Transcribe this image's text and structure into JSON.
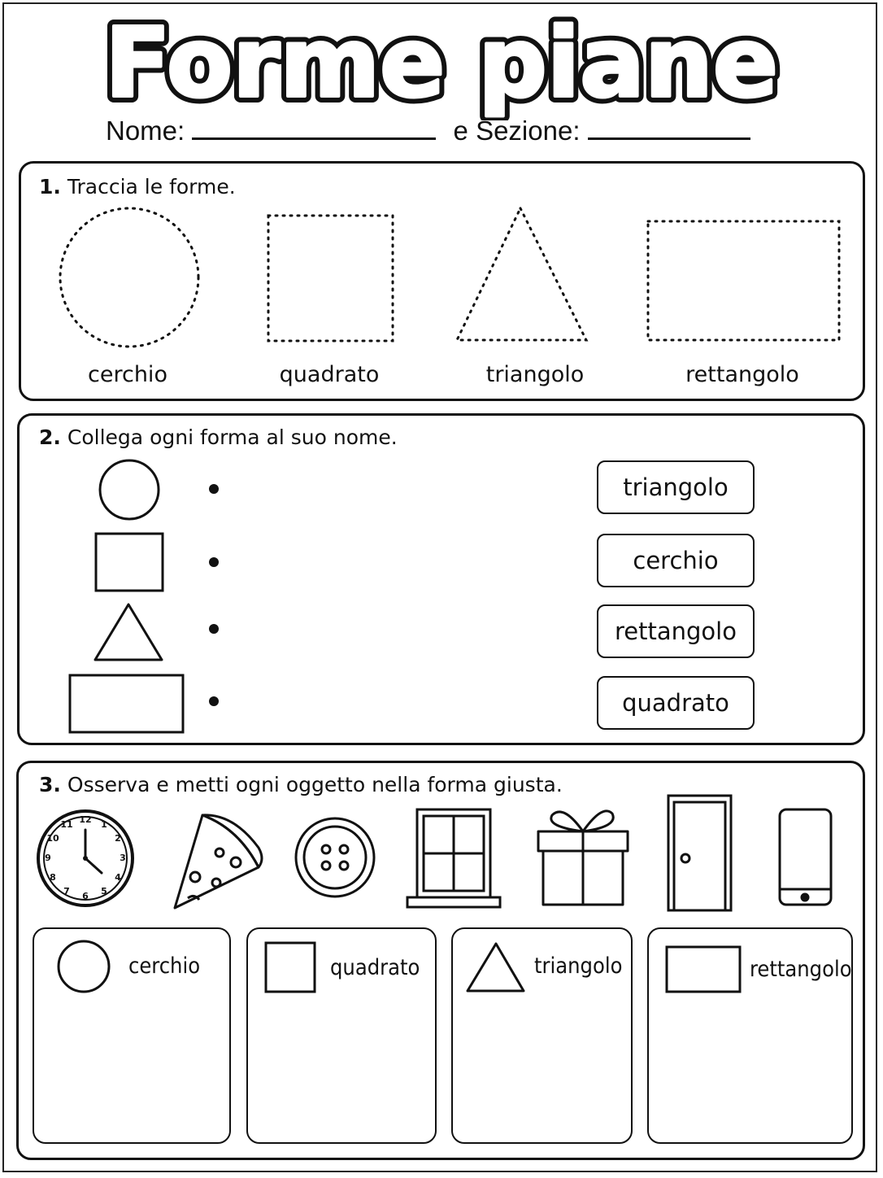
{
  "title": "Forme piane",
  "fields": {
    "nome_label": "Nome:",
    "sezione_label": "e Sezione:"
  },
  "section1": {
    "number": "1.",
    "instruction": "Traccia le forme.",
    "shapes": [
      {
        "shape": "circle",
        "label": "cerchio"
      },
      {
        "shape": "square",
        "label": "quadrato"
      },
      {
        "shape": "triangle",
        "label": "triangolo"
      },
      {
        "shape": "rectangle",
        "label": "rettangolo"
      }
    ]
  },
  "section2": {
    "number": "2.",
    "instruction": "Collega ogni forma al suo nome.",
    "shapes": [
      "circle",
      "square",
      "triangle",
      "rectangle"
    ],
    "names": [
      "triangolo",
      "cerchio",
      "rettangolo",
      "quadrato"
    ]
  },
  "section3": {
    "number": "3.",
    "instruction": "Osserva e metti ogni oggetto nella forma giusta.",
    "objects": [
      "clock-icon",
      "pizza-slice-icon",
      "button-icon",
      "window-icon",
      "gift-icon",
      "door-icon",
      "phone-icon"
    ],
    "clock_numbers": [
      "12",
      "1",
      "2",
      "3",
      "4",
      "5",
      "6",
      "7",
      "8",
      "9",
      "10",
      "11"
    ],
    "categories": [
      {
        "shape": "circle",
        "label": "cerchio"
      },
      {
        "shape": "square",
        "label": "quadrato"
      },
      {
        "shape": "triangle",
        "label": "triangolo"
      },
      {
        "shape": "rectangle",
        "label": "rettangolo"
      }
    ]
  }
}
